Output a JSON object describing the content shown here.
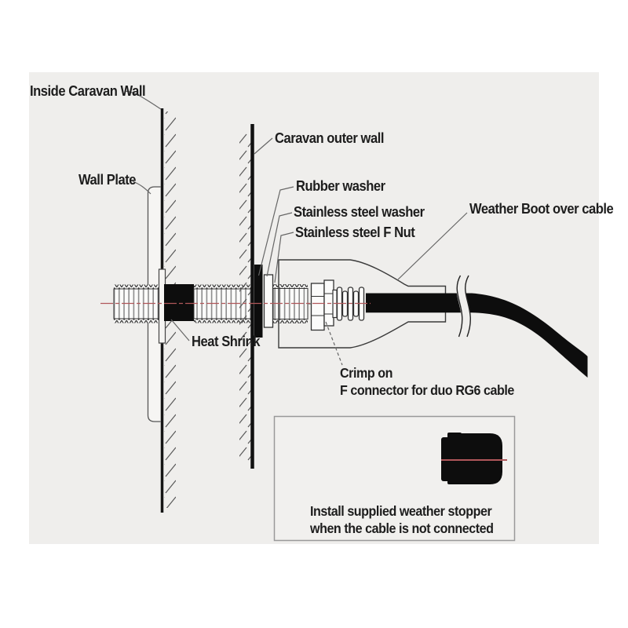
{
  "diagram": {
    "title_context": "Caravan wall coax cable entry installation diagram",
    "labels": {
      "inside_wall": "Inside Caravan Wall",
      "wall_plate": "Wall Plate",
      "outer_wall": "Caravan outer wall",
      "rubber_washer": "Rubber washer",
      "ss_washer": "Stainless steel washer",
      "f_nut": "Stainless steel F Nut",
      "weather_boot": "Weather Boot over cable",
      "heat_shrink": "Heat Shrink",
      "crimp_line1": "Crimp on",
      "crimp_line2": "F connector for duo RG6 cable",
      "note_line1": "Install supplied weather stopper",
      "note_line2": "when the cable is not connected"
    },
    "colors": {
      "background": "#efeeec",
      "line": "#2a2a2a",
      "black_part": "#0d0d0d",
      "centerline": "#b0575a"
    }
  }
}
